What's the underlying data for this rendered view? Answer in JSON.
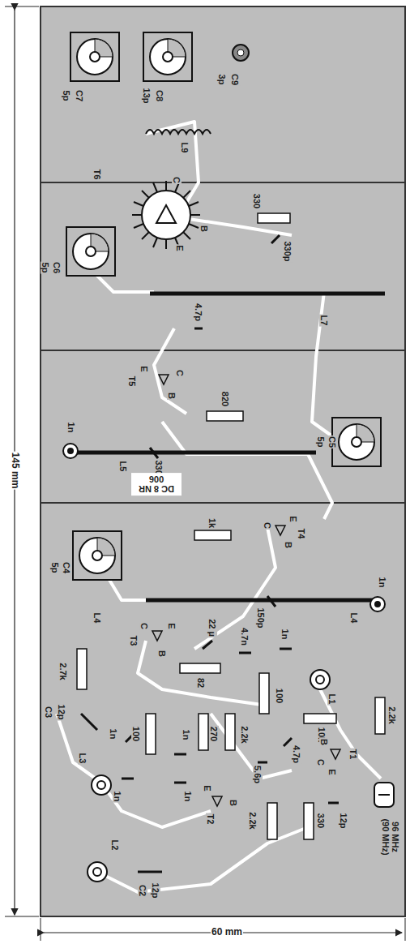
{
  "diagram": {
    "labels": [
      "145 mm",
      "60 mm",
      "C7",
      "5p",
      "C8",
      "13p",
      "C9",
      "3p",
      "L9",
      "T6",
      "C",
      "B",
      "E",
      "330",
      "330p",
      "C6",
      "5p",
      "4.7p",
      "L7",
      "E",
      "T5",
      "C",
      "B",
      "820",
      "C5",
      "5p",
      "1n",
      "330p",
      "L5",
      "DC 8 NR 006",
      "C4",
      "5p",
      "1k",
      "E",
      "C",
      "B",
      "T4",
      "L4",
      "L4",
      "1n",
      "150p",
      "C",
      "T3",
      "E",
      "B",
      "22 µ",
      "4.7n",
      "1n",
      "2.7k",
      "82",
      "L1",
      "100",
      "10k",
      "2.2k",
      "C3",
      "12p",
      "1n",
      "100",
      "1n",
      "270",
      "2.2k",
      "B",
      "C",
      "T1",
      "E",
      "5.6p",
      "4.7p",
      "L3",
      "1n",
      "1n",
      "E",
      "T2",
      "B",
      "2.2k",
      "330",
      "12p",
      "96 MHz (90 MHz)",
      "L2",
      "C2",
      "12p"
    ]
  }
}
